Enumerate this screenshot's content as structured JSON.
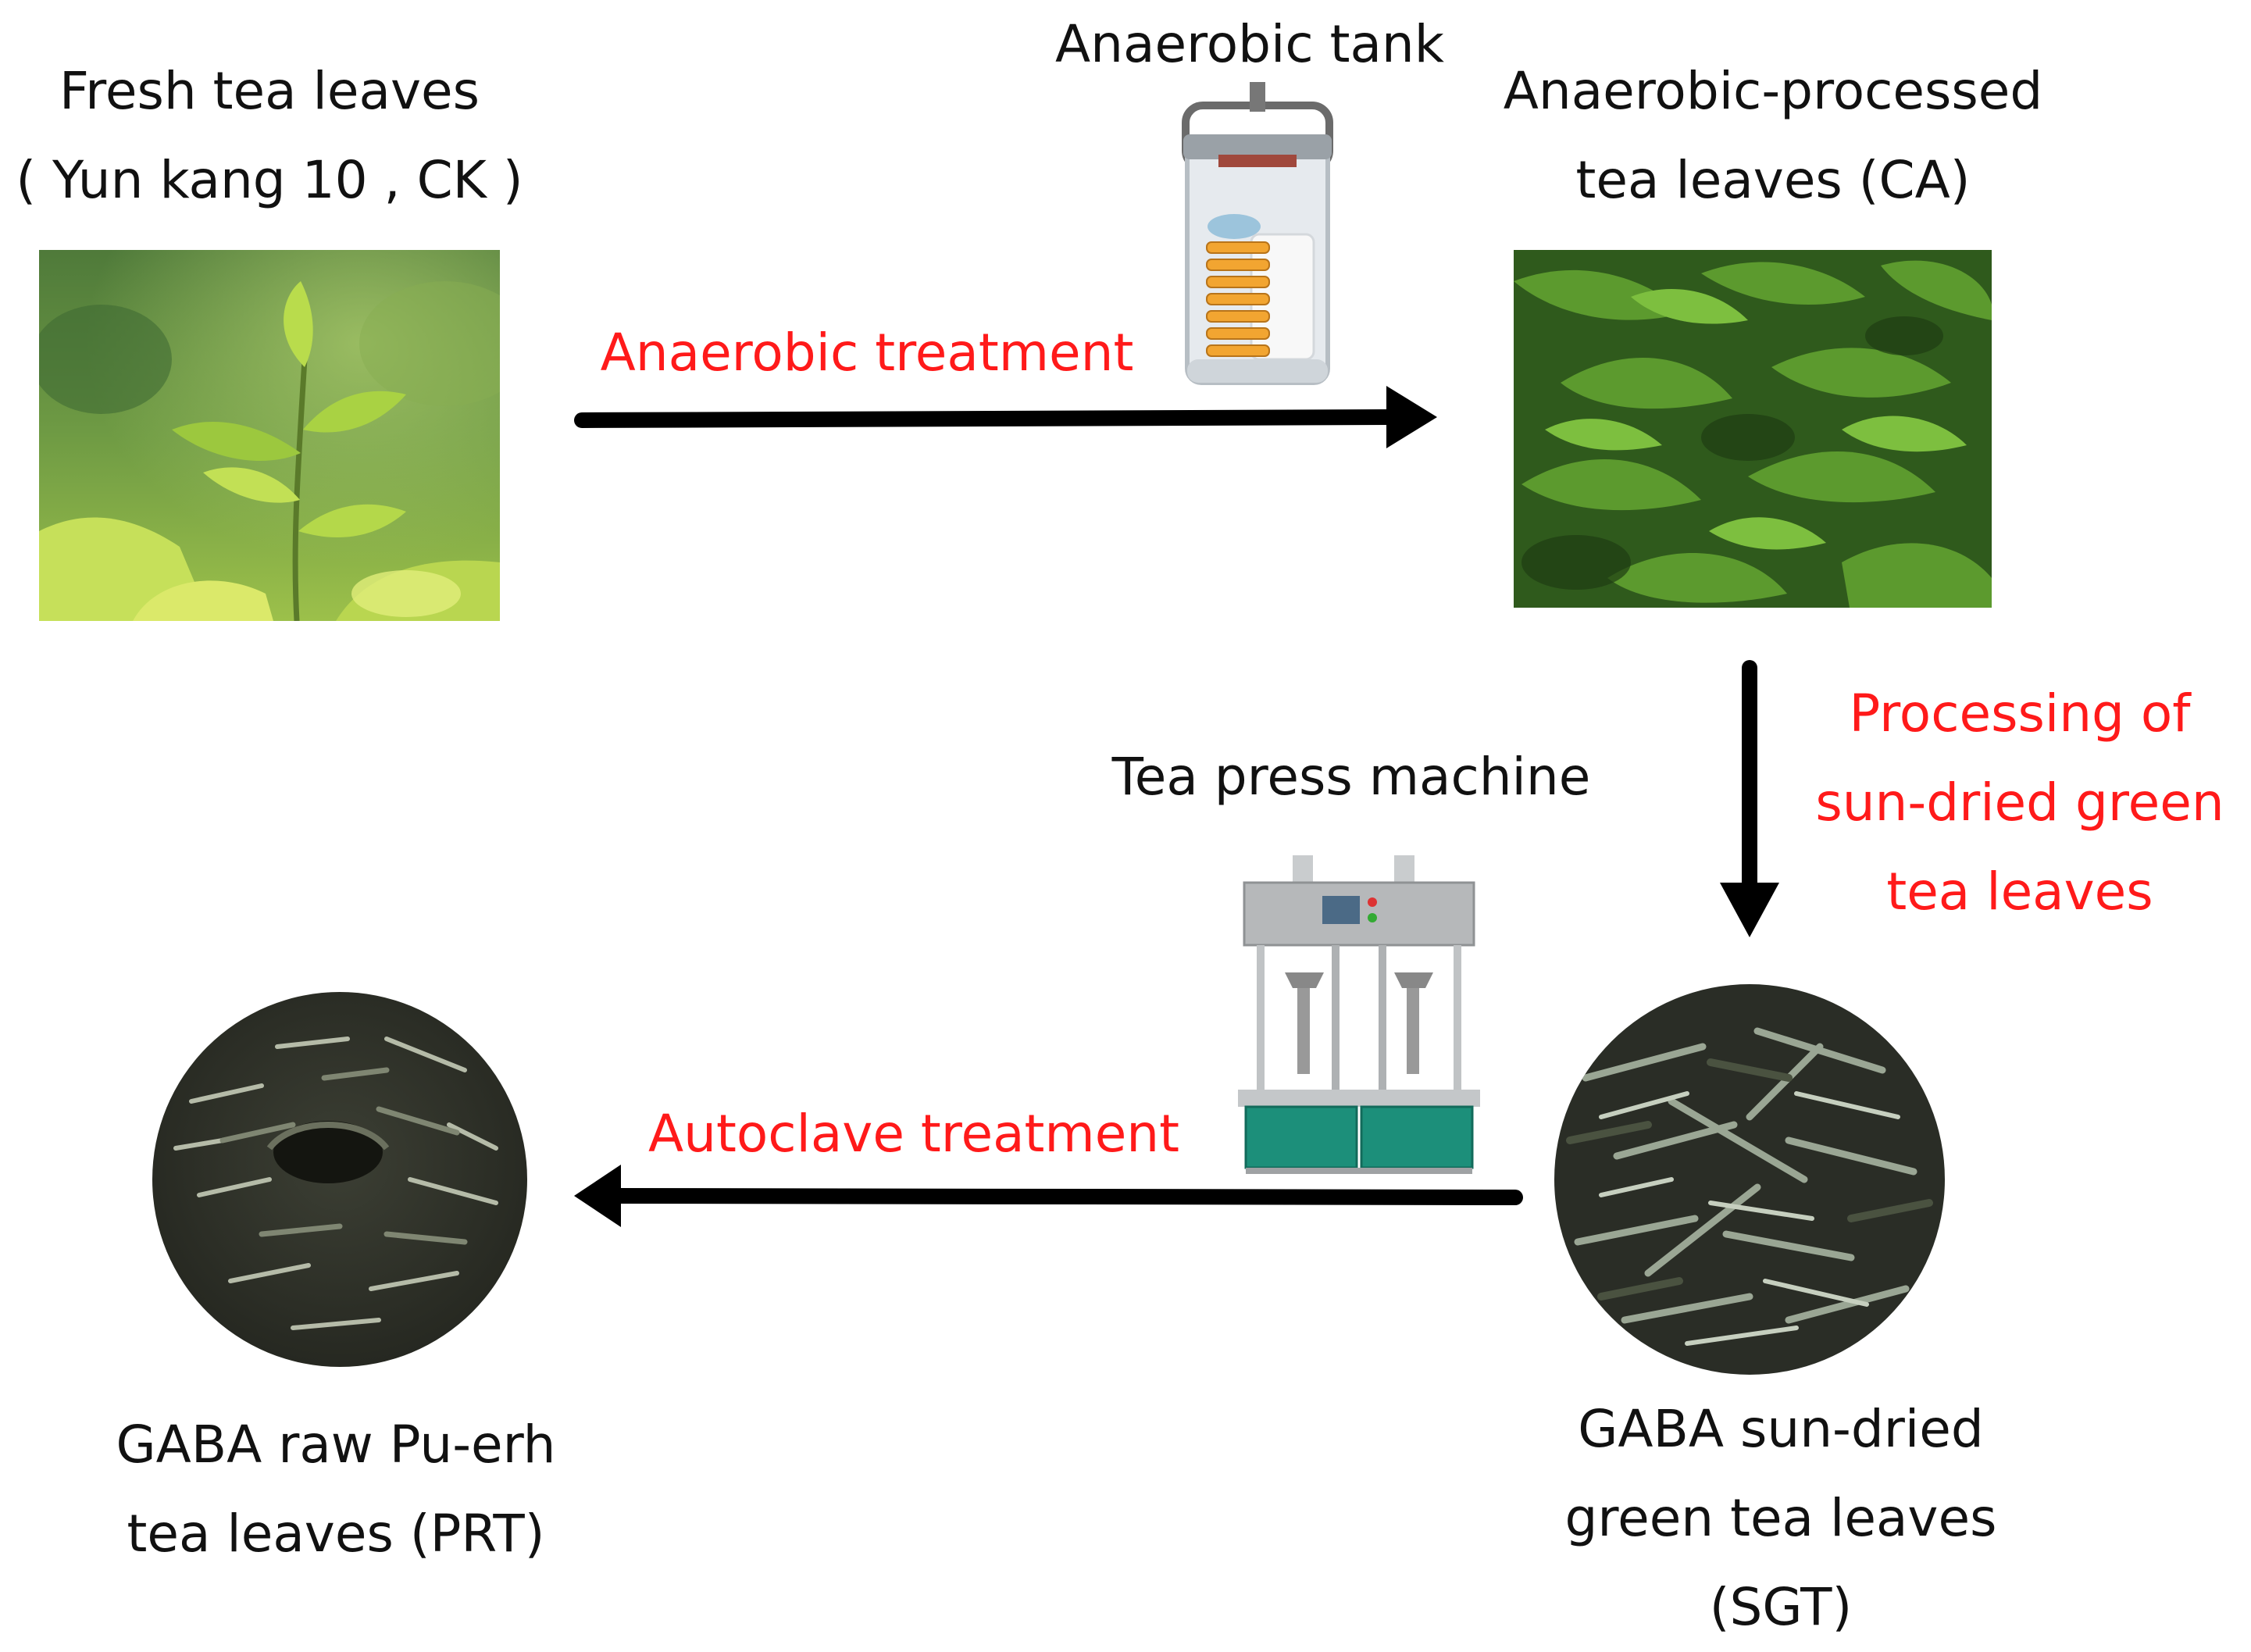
{
  "stages": {
    "fresh": {
      "line1": "Fresh tea leaves",
      "line2": "( Yun kang 10 , CK )"
    },
    "anaerobic": {
      "line1": "Anaerobic-processed",
      "line2": "tea leaves (CA)"
    },
    "sgt": {
      "line1": "GABA sun-dried",
      "line2": "green tea leaves",
      "line3": "(SGT)"
    },
    "prt": {
      "line1": "GABA raw Pu-erh",
      "line2": "tea leaves (PRT)"
    }
  },
  "equipment": {
    "tank": "Anaerobic tank",
    "press": "Tea press machine"
  },
  "steps": {
    "anaerobic_treatment": "Anaerobic treatment",
    "processing": {
      "line1": "Processing of",
      "line2": "sun-dried green",
      "line3": "tea leaves"
    },
    "autoclave_treatment": "Autoclave treatment"
  },
  "colors": {
    "step_label": "#ff1a1a",
    "arrow": "#000000",
    "stage_label": "#111111"
  }
}
